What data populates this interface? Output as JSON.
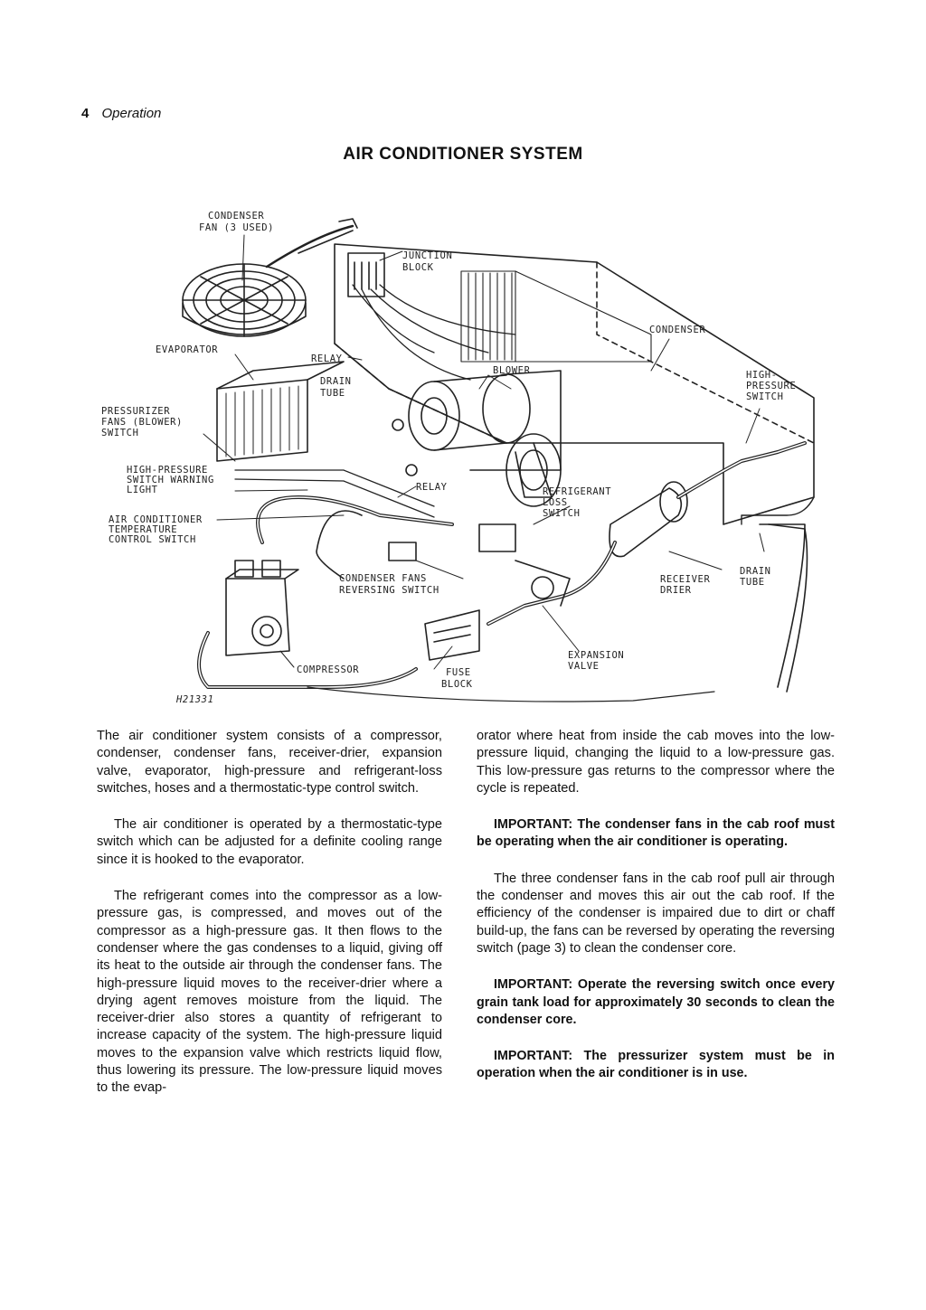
{
  "header": {
    "page_number": "4",
    "section": "Operation"
  },
  "title": "AIR CONDITIONER SYSTEM",
  "diagram": {
    "labels": {
      "condenser_fan": [
        "CONDENSER",
        "FAN (3 USED)"
      ],
      "junction_block": [
        "JUNCTION",
        "BLOCK"
      ],
      "condenser": "CONDENSER",
      "evaporator": "EVAPORATOR",
      "relay_top": "RELAY",
      "drain_tube_left": [
        "DRAIN",
        "TUBE"
      ],
      "blower": "BLOWER",
      "high_pressure_switch": [
        "HIGH-",
        "PRESSURE",
        "SWITCH"
      ],
      "pressurizer_switch": [
        "PRESSURIZER",
        "FANS (BLOWER)",
        "SWITCH"
      ],
      "hp_warning_light": [
        "HIGH-PRESSURE",
        "SWITCH WARNING",
        "LIGHT"
      ],
      "relay_mid": "RELAY",
      "refrigerant_loss": [
        "REFRIGERANT",
        "LOSS",
        "SWITCH"
      ],
      "ac_temp_switch": [
        "AIR CONDITIONER",
        "TEMPERATURE",
        "CONTROL SWITCH"
      ],
      "reversing_switch": [
        "CONDENSER FANS",
        "REVERSING SWITCH"
      ],
      "receiver_drier": [
        "RECEIVER",
        "DRIER"
      ],
      "drain_tube_right": [
        "DRAIN",
        "TUBE"
      ],
      "expansion_valve": [
        "EXPANSION",
        "VALVE"
      ],
      "compressor": "COMPRESSOR",
      "fuse_block": [
        "FUSE",
        "BLOCK"
      ],
      "figure_id": "H21331"
    }
  },
  "left_column": [
    "The air conditioner system consists of a compressor, condenser, condenser fans, receiver-drier, expansion valve, evaporator, high-pressure and refrigerant-loss switches, hoses and a thermostatic-type control switch.",
    "The air conditioner is operated by a thermostatic-type switch which can be adjusted for a definite cooling range since it is hooked to the evaporator.",
    "The refrigerant comes into the compressor as a low-pressure gas, is compressed, and moves out of the compressor as a high-pressure gas. It then flows to the condenser where the gas condenses to a liquid, giving off its heat to the outside air through the condenser fans. The high-pressure liquid moves to the receiver-drier where a drying agent removes moisture from the liquid. The receiver-drier also stores a quantity of refrigerant to increase capacity of the system. The high-pressure liquid moves to the expansion valve which restricts liquid flow, thus lowering its pressure. The low-pressure liquid moves to the evap-"
  ],
  "right_column": {
    "p1": "orator where heat from inside the cab moves into the low-pressure liquid, changing the liquid to a low-pressure gas. This low-pressure gas returns to the compressor where the cycle is repeated.",
    "imp1": "IMPORTANT: The condenser fans in the cab roof must be operating when the air conditioner is operating.",
    "p2": "The three condenser fans in the cab roof pull air through the condenser and moves this air out the cab roof. If the efficiency of the condenser is impaired due to dirt or chaff build-up, the fans can be reversed by operating the reversing switch (page 3) to clean the condenser core.",
    "imp2": "IMPORTANT: Operate the reversing switch once every grain tank load for approximately 30 seconds to clean the condenser core.",
    "imp3": "IMPORTANT: The pressurizer system must be in operation when the air conditioner is in use."
  }
}
